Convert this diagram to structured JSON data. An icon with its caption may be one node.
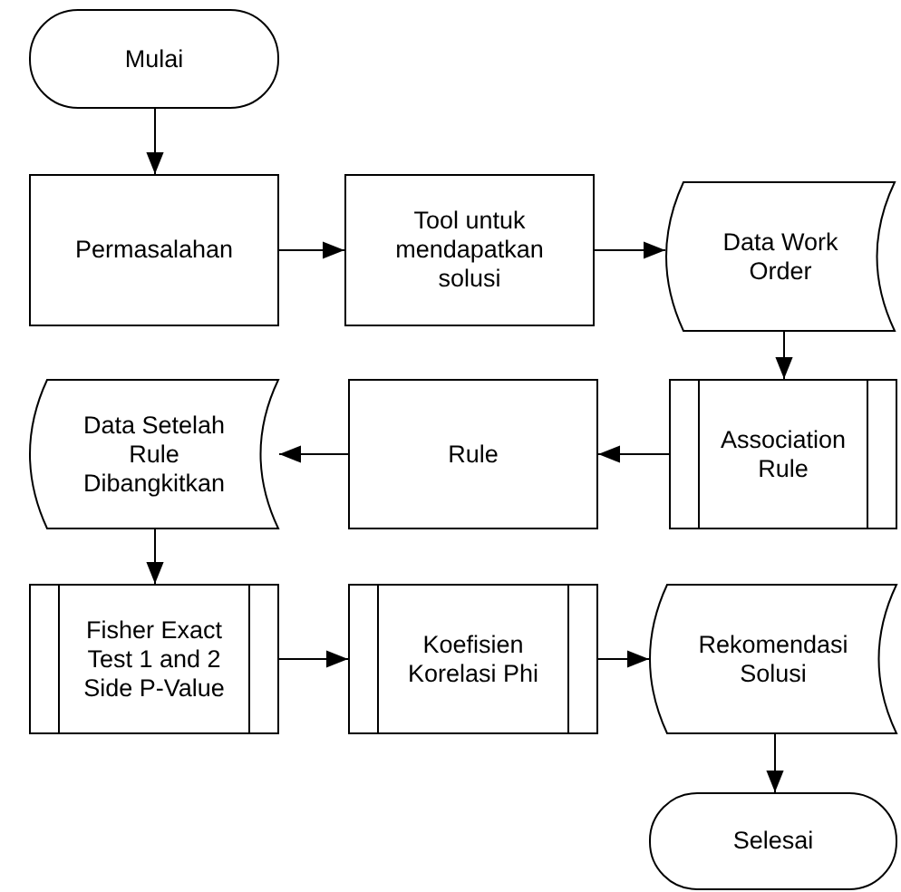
{
  "diagram": {
    "nodes": [
      {
        "text": [
          "Mulai"
        ]
      },
      {
        "text": [
          "Permasalahan"
        ]
      },
      {
        "text": [
          "Tool untuk mendapatkan solusi"
        ]
      },
      {
        "text": [
          "Data Work Order"
        ]
      },
      {
        "text": [
          "Data Setelah Rule Dibangkitkan"
        ]
      },
      {
        "text": [
          "Rule"
        ]
      },
      {
        "text": [
          "Association Rule"
        ]
      },
      {
        "text": [
          "Fisher Exact Test 1 and 2 Side P-Value"
        ]
      },
      {
        "text": [
          "Koefisien Korelasi Phi"
        ]
      },
      {
        "text": [
          "Rekomendasi Solusi"
        ]
      },
      {
        "text": [
          "Selesai"
        ]
      }
    ],
    "edges": [
      {
        "from": 0,
        "to": 1,
        "arrow": "to"
      },
      {
        "from": 1,
        "to": 2,
        "arrow": "to"
      },
      {
        "from": 2,
        "to": 3,
        "arrow": "to"
      },
      {
        "from": 3,
        "to": 6,
        "arrow": "to"
      },
      {
        "from": 6,
        "to": 5,
        "arrow": "to"
      },
      {
        "from": 5,
        "to": 4,
        "arrow": "to"
      },
      {
        "from": 4,
        "to": 7,
        "arrow": "to"
      },
      {
        "from": 7,
        "to": 8,
        "arrow": "to"
      },
      {
        "from": 8,
        "to": 9,
        "arrow": "to"
      },
      {
        "from": 9,
        "to": 10,
        "arrow": "to"
      }
    ]
  }
}
